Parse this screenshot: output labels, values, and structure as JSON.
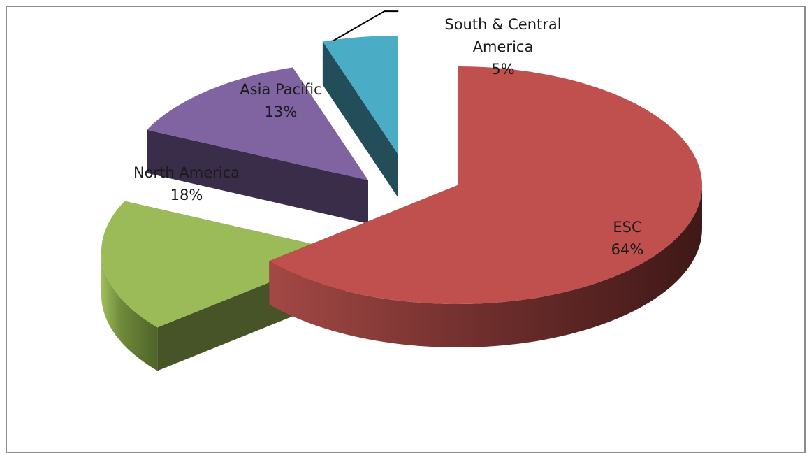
{
  "chart_data": {
    "type": "pie",
    "style": "3d-exploded",
    "legend": "none",
    "slices": [
      {
        "name": "ESC",
        "value": 64,
        "label": "64%",
        "color": "#C0504D"
      },
      {
        "name": "North America",
        "value": 18,
        "label": "18%",
        "color": "#9BBB59"
      },
      {
        "name": "Asia Pacific",
        "value": 13,
        "label": "13%",
        "color": "#8064A2"
      },
      {
        "name": "South & Central America",
        "value": 5,
        "label": "5%",
        "color": "#4BACC6"
      }
    ]
  }
}
